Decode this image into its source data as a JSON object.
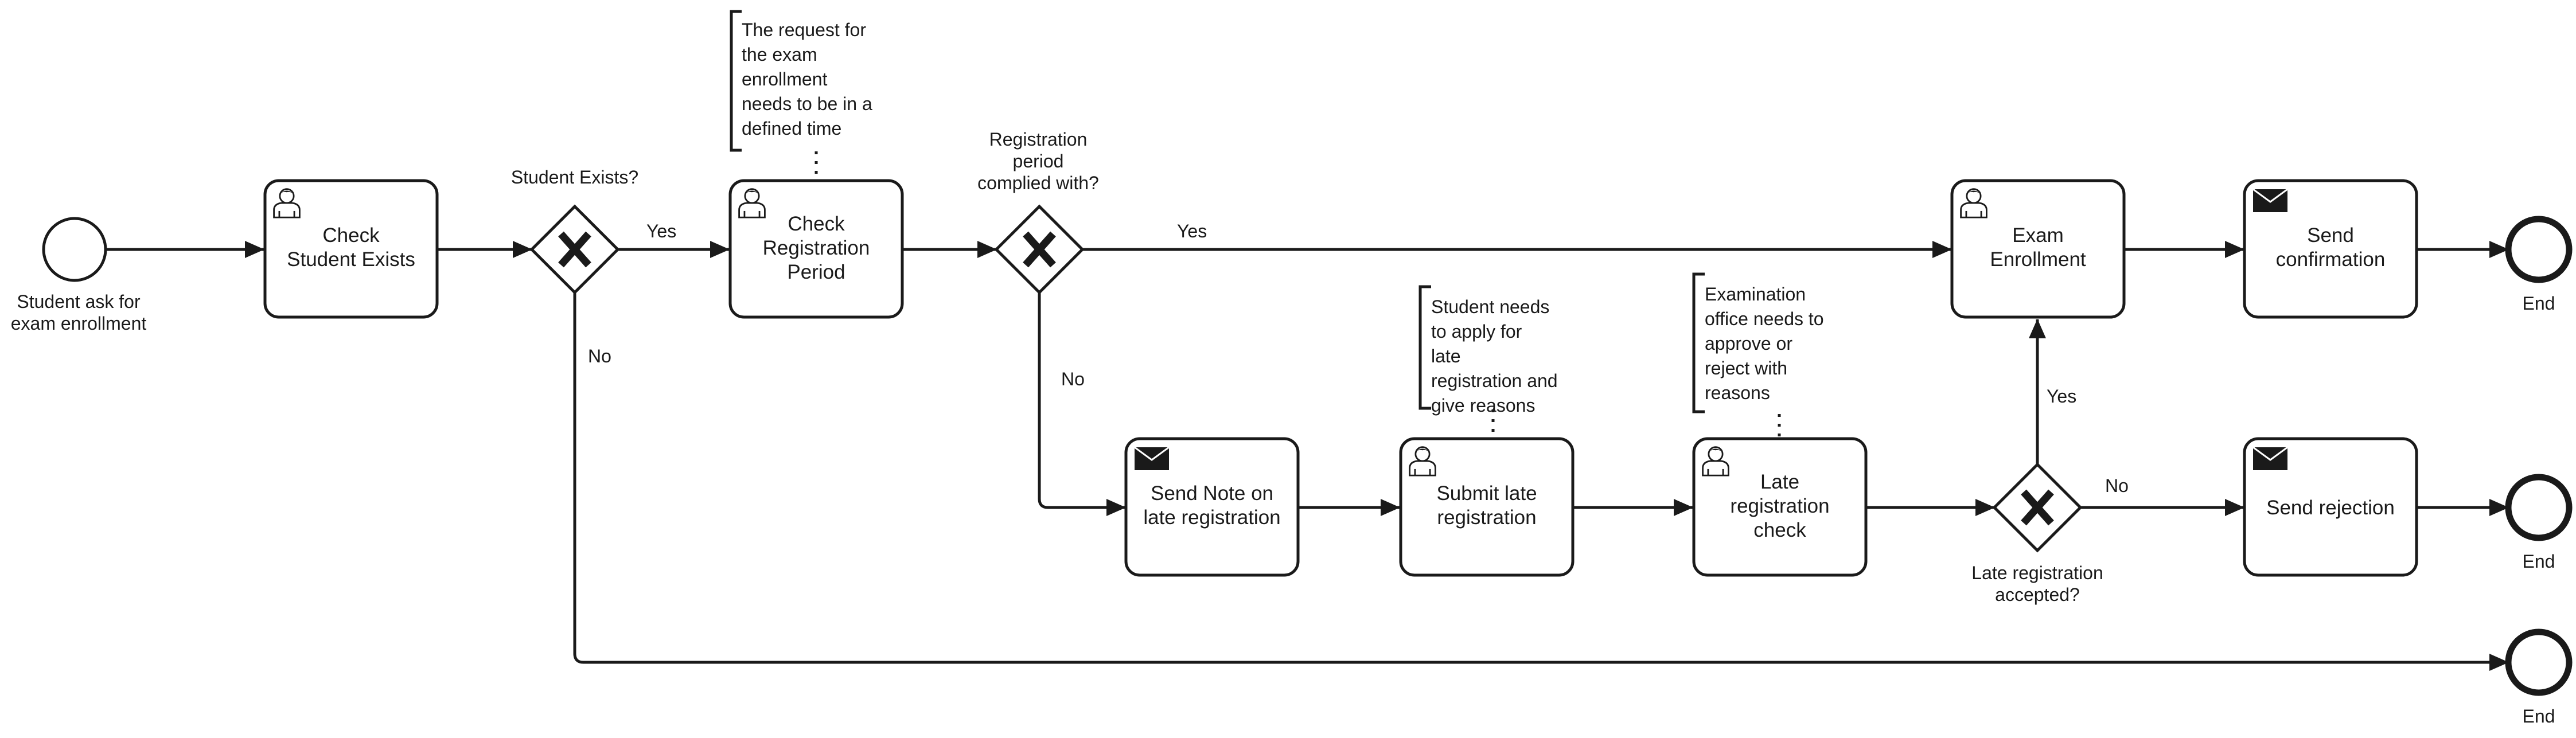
{
  "start_event": {
    "label_lines": [
      "Student ask for",
      "exam enrollment"
    ]
  },
  "tasks": {
    "check_student": {
      "lines": [
        "Check",
        "Student Exists"
      ],
      "icon": "user-icon"
    },
    "check_period": {
      "lines": [
        "Check",
        "Registration",
        "Period"
      ],
      "icon": "user-icon"
    },
    "exam_enrollment": {
      "lines": [
        "Exam",
        "Enrollment"
      ],
      "icon": "user-icon"
    },
    "send_confirmation": {
      "lines": [
        "Send",
        "confirmation"
      ],
      "icon": "envelope-icon"
    },
    "send_note": {
      "lines": [
        "Send Note on",
        "late registration"
      ],
      "icon": "envelope-icon"
    },
    "submit_late": {
      "lines": [
        "Submit late",
        "registration"
      ],
      "icon": "user-icon"
    },
    "late_check": {
      "lines": [
        "Late",
        "registration",
        "check"
      ],
      "icon": "user-icon"
    },
    "send_rejection": {
      "lines": [
        "Send rejection"
      ],
      "icon": "envelope-icon"
    }
  },
  "gateways": {
    "student_exists": {
      "label_lines": [
        "Student Exists?"
      ]
    },
    "period_complied": {
      "label_lines": [
        "Registration",
        "period",
        "complied with?"
      ]
    },
    "late_accepted": {
      "label_lines": [
        "Late registration",
        "accepted?"
      ]
    }
  },
  "flow_labels": {
    "yes_1": "Yes",
    "no_1": "No",
    "yes_2": "Yes",
    "no_2": "No",
    "yes_3": "Yes",
    "no_3": "No"
  },
  "annotations": {
    "exam_time": {
      "lines": [
        "The request for",
        "the exam",
        "enrollment",
        "needs to be in a",
        "defined time"
      ]
    },
    "student_apply": {
      "lines": [
        "Student needs",
        "to apply for",
        "late",
        "registration and",
        "give reasons"
      ]
    },
    "office_approve": {
      "lines": [
        "Examination",
        "office needs to",
        "approve or",
        "reject with",
        "reasons"
      ]
    }
  },
  "end_events": {
    "end_1": "End",
    "end_2": "End",
    "end_3": "End"
  }
}
